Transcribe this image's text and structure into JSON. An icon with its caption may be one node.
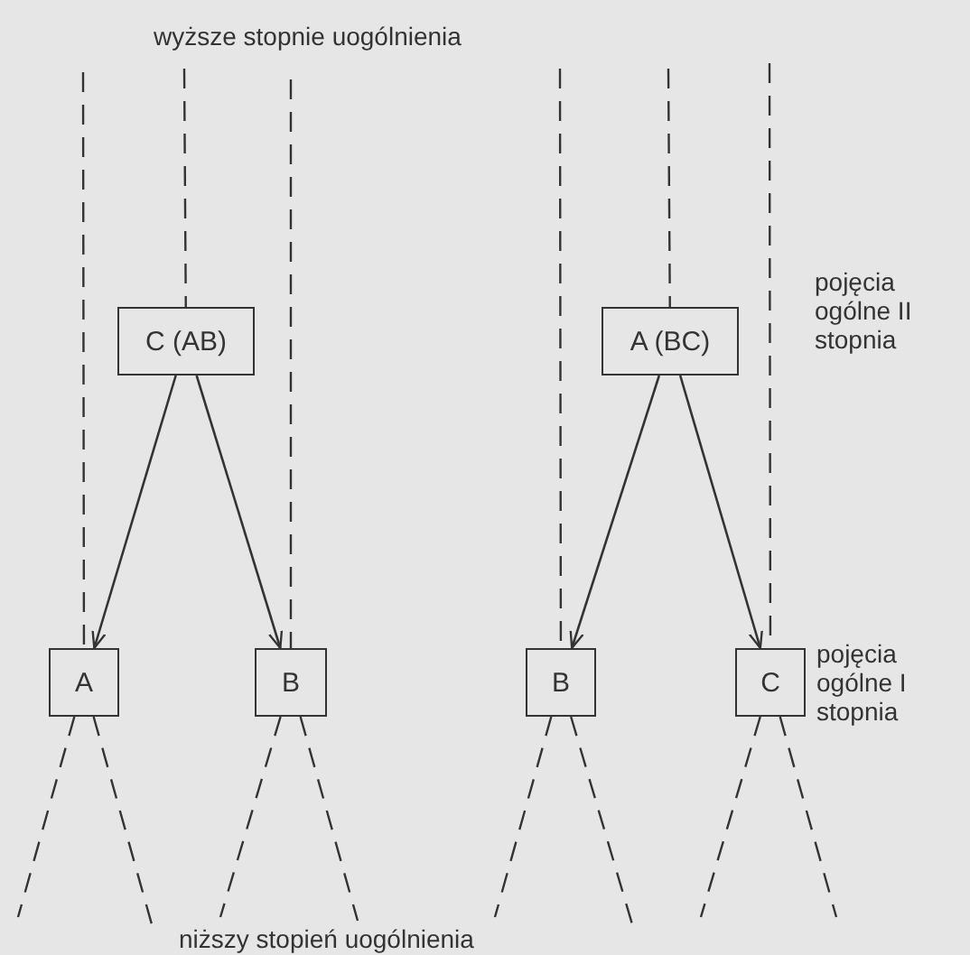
{
  "diagram": {
    "title": "wyższe stopnie uogólnienia",
    "caption": "niższy stopień uogólnienia",
    "nodes": [
      {
        "text": [
          "C (AB)"
        ]
      },
      {
        "text": [
          "A (BC)"
        ]
      },
      {
        "text": [
          "A"
        ]
      },
      {
        "text": [
          "B"
        ]
      },
      {
        "text": [
          "B"
        ]
      },
      {
        "text": [
          "C"
        ]
      }
    ],
    "edges": [
      {
        "from": 0,
        "to": 2,
        "arrow": "to"
      },
      {
        "from": 0,
        "to": 3,
        "arrow": "to"
      },
      {
        "from": 1,
        "to": 4,
        "arrow": "to"
      },
      {
        "from": 1,
        "to": 5,
        "arrow": "to"
      },
      {
        "from": null,
        "to": 2,
        "arrow": "none",
        "style": "dashed"
      },
      {
        "from": null,
        "to": 0,
        "arrow": "none",
        "style": "dashed"
      },
      {
        "from": null,
        "to": 3,
        "arrow": "none",
        "style": "dashed"
      },
      {
        "from": null,
        "to": 4,
        "arrow": "none",
        "style": "dashed"
      },
      {
        "from": null,
        "to": 1,
        "arrow": "none",
        "style": "dashed"
      },
      {
        "from": null,
        "to": 5,
        "arrow": "none",
        "style": "dashed"
      },
      {
        "from": 2,
        "to": null,
        "arrow": "none",
        "style": "dashed"
      },
      {
        "from": 2,
        "to": null,
        "arrow": "none",
        "style": "dashed"
      },
      {
        "from": 3,
        "to": null,
        "arrow": "none",
        "style": "dashed"
      },
      {
        "from": 3,
        "to": null,
        "arrow": "none",
        "style": "dashed"
      },
      {
        "from": 4,
        "to": null,
        "arrow": "none",
        "style": "dashed"
      },
      {
        "from": 4,
        "to": null,
        "arrow": "none",
        "style": "dashed"
      },
      {
        "from": 5,
        "to": null,
        "arrow": "none",
        "style": "dashed"
      },
      {
        "from": 5,
        "to": null,
        "arrow": "none",
        "style": "dashed"
      }
    ],
    "labels": [
      "pojęcia ogólne II stopnia",
      "pojęcia ogólne I stopnia"
    ]
  }
}
